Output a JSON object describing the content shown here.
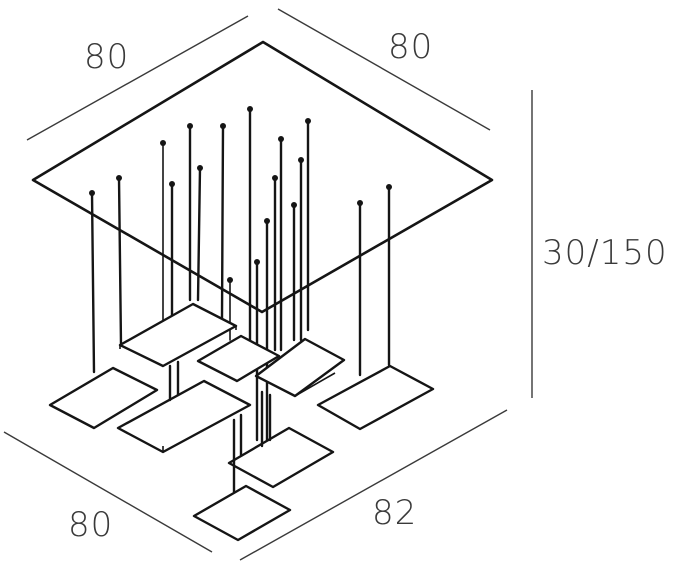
{
  "dimensions": {
    "top_left": "80",
    "top_right": "80",
    "height": "30/150",
    "bottom_left": "80",
    "bottom_right": "82"
  }
}
